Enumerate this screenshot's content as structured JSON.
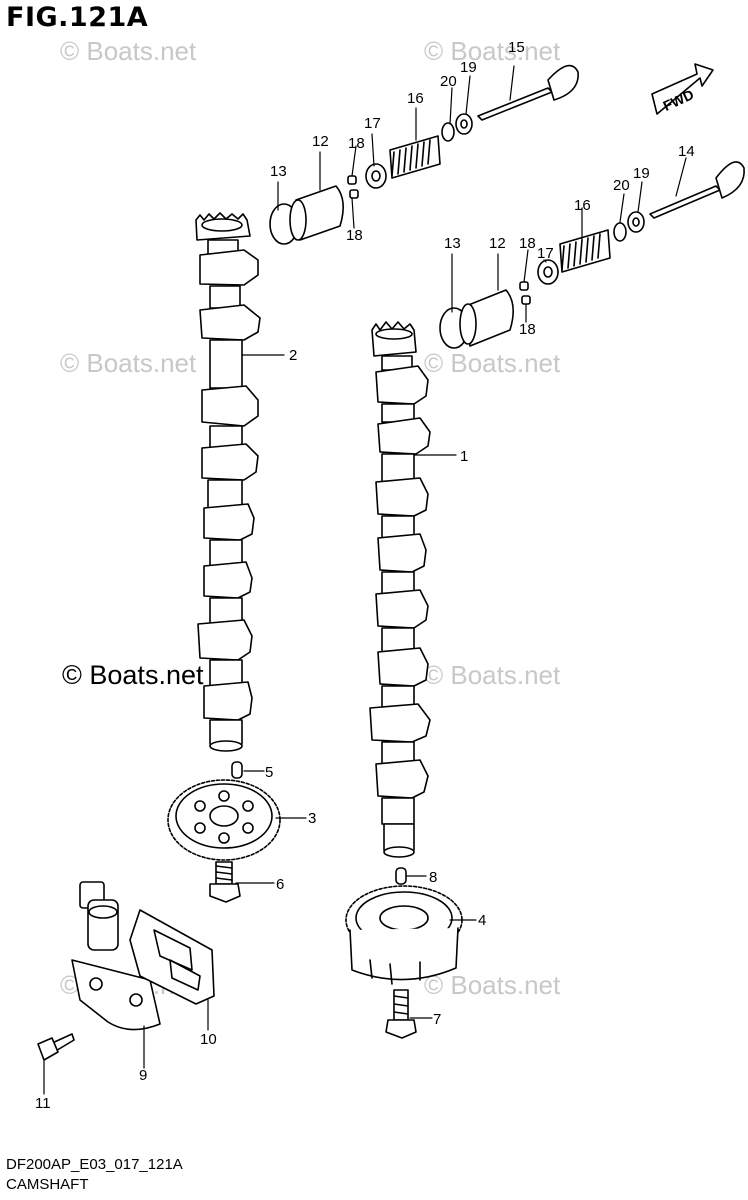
{
  "figure": {
    "title": "FIG.121A",
    "code": "DF200AP_E03_017_121A",
    "name": "CAMSHAFT"
  },
  "watermark": {
    "faded_text": "© Boats.net",
    "solid_text": "© Boats.net"
  },
  "direction_marker": {
    "text": "FWD"
  },
  "callouts": [
    "1",
    "2",
    "3",
    "4",
    "5",
    "6",
    "7",
    "8",
    "9",
    "10",
    "11",
    "12",
    "12",
    "13",
    "13",
    "14",
    "15",
    "16",
    "16",
    "17",
    "17",
    "18",
    "18",
    "18",
    "18",
    "19",
    "19",
    "20",
    "20"
  ],
  "parts": [
    {
      "ref": "1",
      "part": "camshaft"
    },
    {
      "ref": "2",
      "part": "camshaft"
    },
    {
      "ref": "3",
      "part": "sprocket"
    },
    {
      "ref": "4",
      "part": "sprocket with phaser"
    },
    {
      "ref": "5",
      "part": "pin"
    },
    {
      "ref": "6",
      "part": "bolt"
    },
    {
      "ref": "7",
      "part": "bolt"
    },
    {
      "ref": "8",
      "part": "pin"
    },
    {
      "ref": "9",
      "part": "oil control valve"
    },
    {
      "ref": "10",
      "part": "gasket"
    },
    {
      "ref": "11",
      "part": "bolt"
    },
    {
      "ref": "12",
      "part": "tappet"
    },
    {
      "ref": "13",
      "part": "shim"
    },
    {
      "ref": "14",
      "part": "valve"
    },
    {
      "ref": "15",
      "part": "valve"
    },
    {
      "ref": "16",
      "part": "spring"
    },
    {
      "ref": "17",
      "part": "retainer"
    },
    {
      "ref": "18",
      "part": "cotter"
    },
    {
      "ref": "19",
      "part": "seat"
    },
    {
      "ref": "20",
      "part": "seal"
    }
  ]
}
